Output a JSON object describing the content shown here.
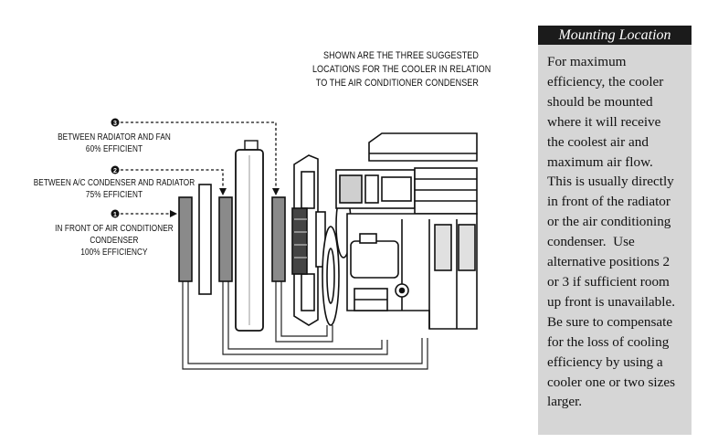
{
  "diagram": {
    "header_lines": [
      "SHOWN ARE THE THREE SUGGESTED",
      "LOCATIONS FOR THE COOLER IN RELATION",
      "TO THE AIR CONDITIONER CONDENSER"
    ],
    "locations": [
      {
        "number": "3",
        "lines": [
          "BETWEEN RADIATOR AND FAN",
          "60% EFFICIENT"
        ]
      },
      {
        "number": "2",
        "lines": [
          "BETWEEN A/C CONDENSER AND RADIATOR",
          "75% EFFICIENT"
        ]
      },
      {
        "number": "1",
        "lines": [
          "IN FRONT OF AIR CONDITIONER",
          "CONDENSER",
          "100% EFFICIENCY"
        ]
      }
    ]
  },
  "sidebar": {
    "title": "Mounting Location",
    "lines": [
      "For maximum",
      "efficiency, the cooler",
      "should be mounted",
      "where it will receive",
      "the coolest air and",
      "maximum air flow.",
      "This is usually directly",
      "in front of the radiator",
      "or the air conditioning",
      "condenser.  Use",
      "alternative positions 2",
      "or 3 if sufficient room",
      "up front is unavailable.",
      "Be sure to compensate",
      "for the loss of cooling",
      "efficiency by using a",
      "cooler one or two sizes",
      "larger."
    ]
  }
}
